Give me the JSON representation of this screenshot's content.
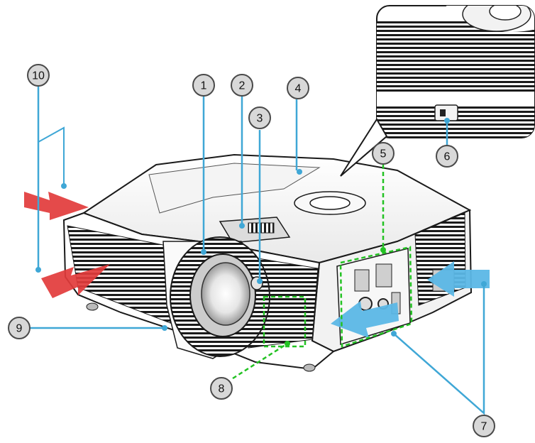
{
  "colors": {
    "leader": "#3fa7d6",
    "leader_green": "#23c223",
    "arrow_in": "#5bb7e6",
    "arrow_out": "#e23b3b",
    "callout_fill": "#d8d8d8",
    "callout_stroke": "#4a4a4a",
    "body_outline": "#1a1a1a"
  },
  "callouts": [
    {
      "id": "1",
      "label": "1"
    },
    {
      "id": "2",
      "label": "2"
    },
    {
      "id": "3",
      "label": "3"
    },
    {
      "id": "4",
      "label": "4"
    },
    {
      "id": "5",
      "label": "5"
    },
    {
      "id": "6",
      "label": "6"
    },
    {
      "id": "7",
      "label": "7"
    },
    {
      "id": "8",
      "label": "8"
    },
    {
      "id": "9",
      "label": "9"
    },
    {
      "id": "10",
      "label": "10"
    }
  ]
}
